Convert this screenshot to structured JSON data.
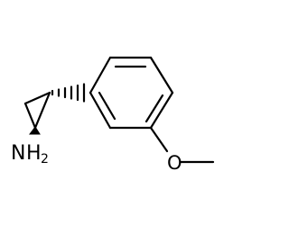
{
  "molecule": {
    "atoms": {
      "amine": {
        "element": "N",
        "hydrogens": "2"
      },
      "oxygen": {
        "element": "O"
      }
    },
    "colors": {
      "background": "#ffffff",
      "bonds": "#000000",
      "labels": "#000000"
    }
  }
}
